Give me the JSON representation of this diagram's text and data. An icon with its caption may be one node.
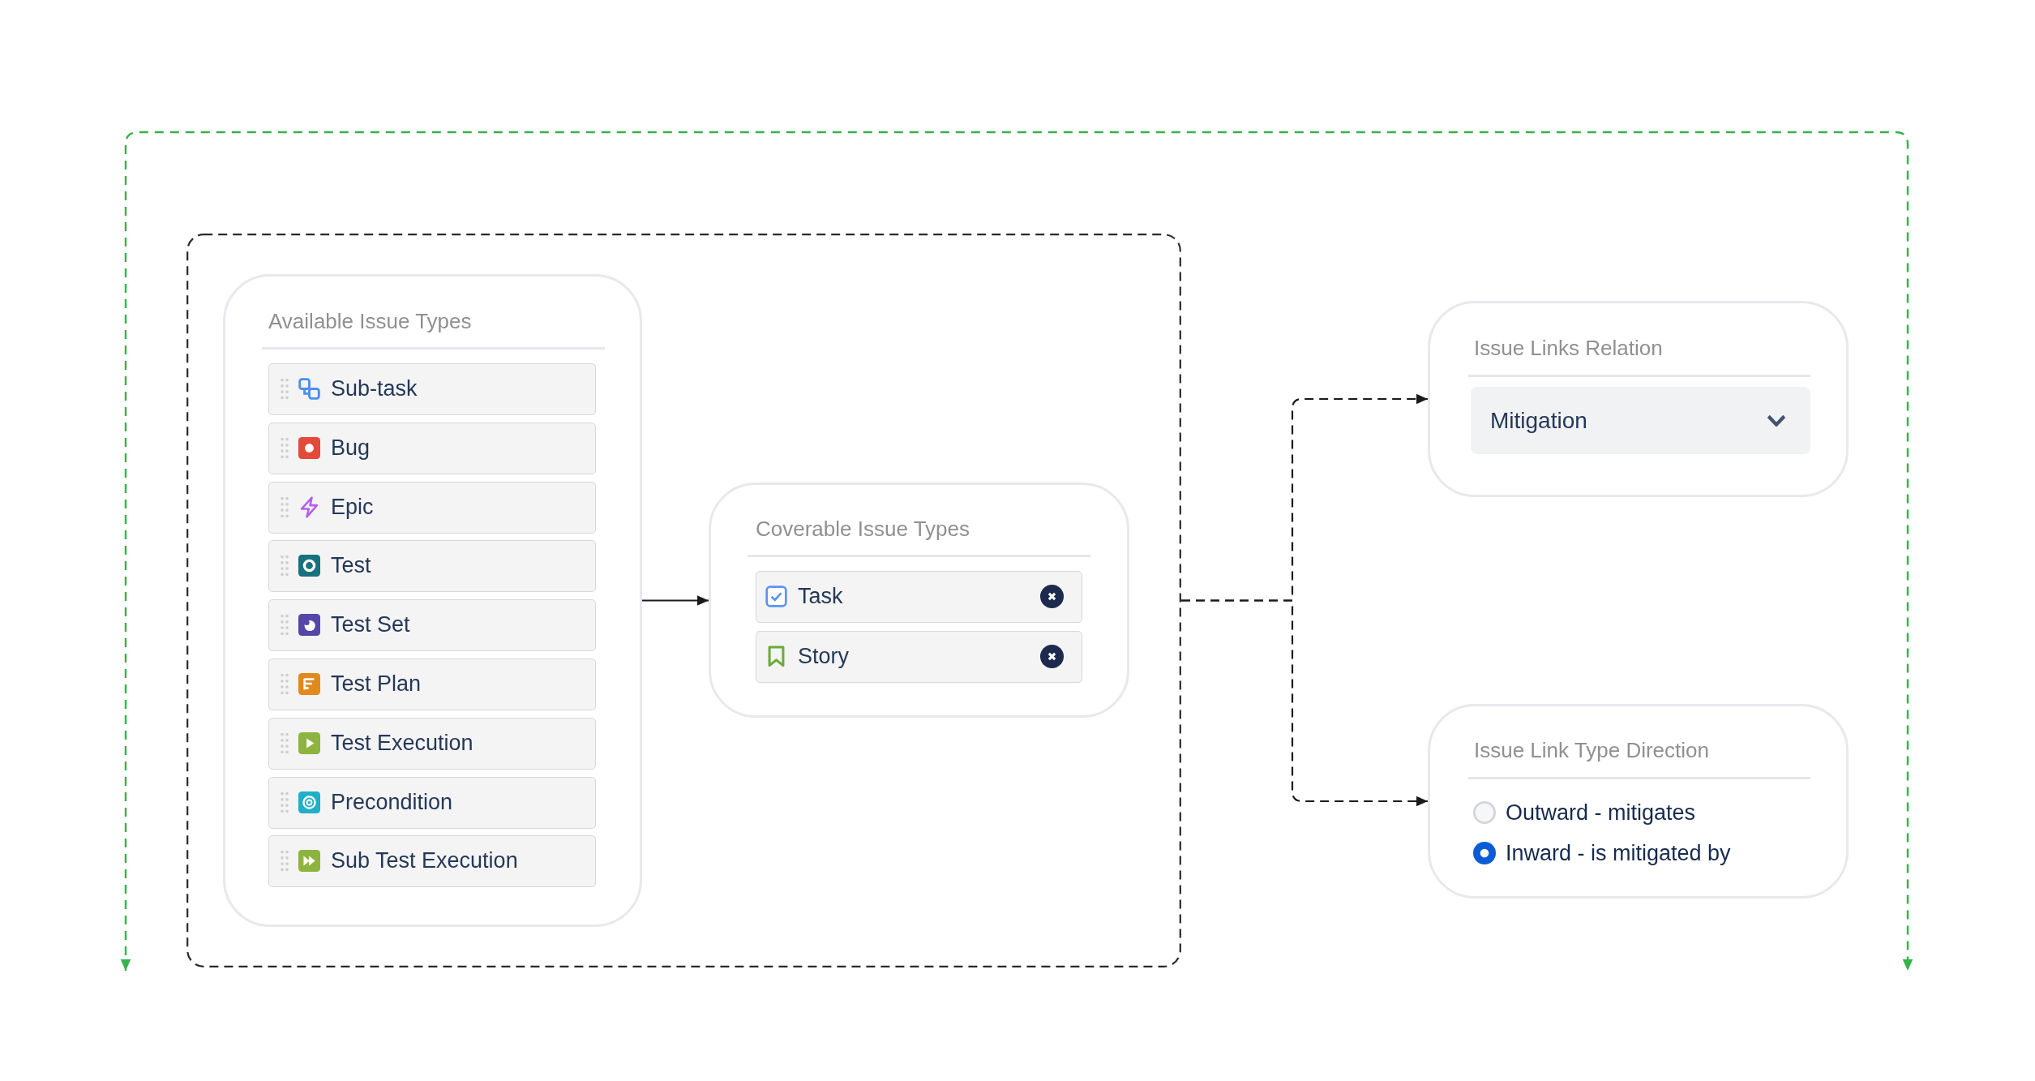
{
  "diagram": {
    "nodes": [
      {
        "text": [],
        "shape": "box"
      },
      {
        "text": [
          "Available Issue Types"
        ],
        "in": 0
      },
      {
        "text": [
          "Sub-task"
        ],
        "in": 1
      },
      {
        "text": [
          "Bug"
        ],
        "in": 1
      },
      {
        "text": [
          "Epic"
        ],
        "in": 1
      },
      {
        "text": [
          "Test"
        ],
        "in": 1
      },
      {
        "text": [
          "Test Set"
        ],
        "in": 1
      },
      {
        "text": [
          "Test Plan"
        ],
        "in": 1
      },
      {
        "text": [
          "Test Execution"
        ],
        "in": 1
      },
      {
        "text": [
          "Precondition"
        ],
        "in": 1
      },
      {
        "text": [
          "Sub Test Execution"
        ],
        "in": 1
      },
      {
        "text": [
          "Coverable Issue Types"
        ],
        "in": 0
      },
      {
        "text": [
          "Task"
        ],
        "in": 11
      },
      {
        "text": [
          "Story"
        ],
        "in": 11
      },
      {
        "text": [
          "Issue Links Relation"
        ]
      },
      {
        "text": [
          "Mitigation"
        ],
        "in": 14
      },
      {
        "text": [
          "Issue Link Type Direction",
          "Outward - mitigates",
          "Inward - is mitigated by"
        ]
      }
    ],
    "edges": [
      {
        "from": 1,
        "to": 11,
        "arrow": "to"
      },
      {
        "from": 0,
        "to": 14,
        "arrow": "to",
        "style": "dashed"
      },
      {
        "from": 0,
        "to": 16,
        "arrow": "to",
        "style": "dashed"
      }
    ]
  }
}
